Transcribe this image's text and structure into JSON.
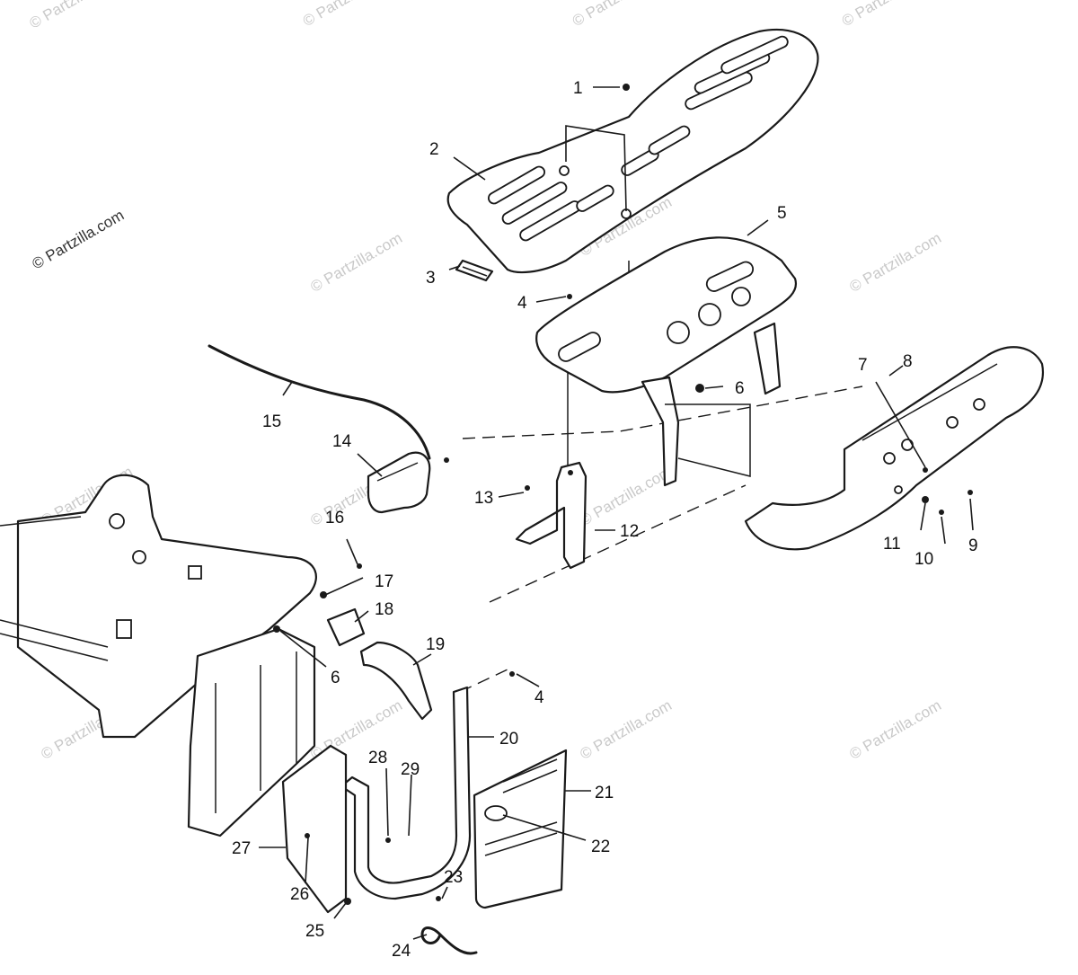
{
  "credit": "© Partzilla.com",
  "watermark": "© Partzilla.com",
  "callouts": [
    "1",
    "2",
    "3",
    "4",
    "5",
    "6",
    "7",
    "8",
    "9",
    "10",
    "11",
    "12",
    "13",
    "14",
    "15",
    "16",
    "17",
    "18",
    "19",
    "6",
    "4",
    "20",
    "21",
    "22",
    "23",
    "24",
    "25",
    "26",
    "27",
    "28",
    "29"
  ]
}
